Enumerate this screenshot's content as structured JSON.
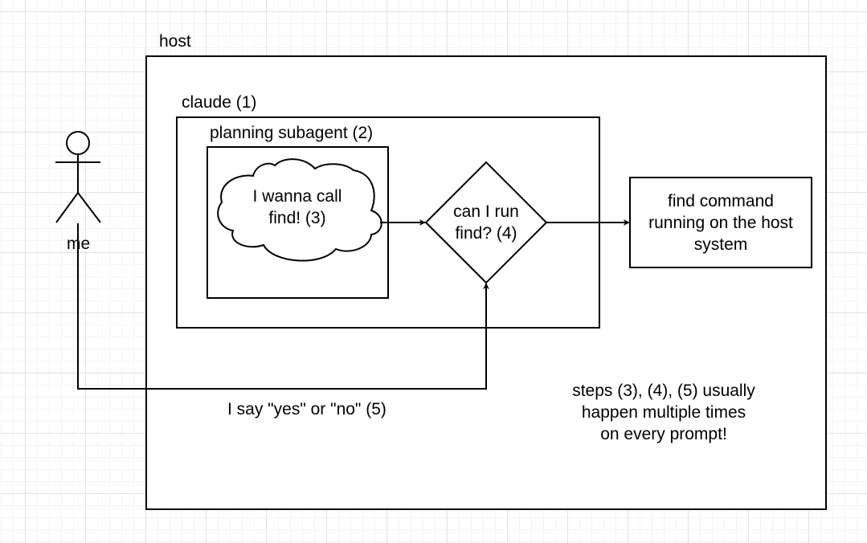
{
  "diagram": {
    "host_label": "host",
    "claude_label": "claude (1)",
    "planning_label": "planning subagent (2)",
    "actor_label": "me",
    "cloud_text": [
      "I wanna call",
      "find! (3)"
    ],
    "decision_text": [
      "can I run",
      "find? (4)"
    ],
    "command_text": [
      "find command",
      "running on the host",
      "system"
    ],
    "reply_label": "I say \"yes\" or \"no\" (5)",
    "note_text": [
      "steps (3), (4), (5) usually",
      "happen multiple times",
      "on every prompt!"
    ]
  }
}
